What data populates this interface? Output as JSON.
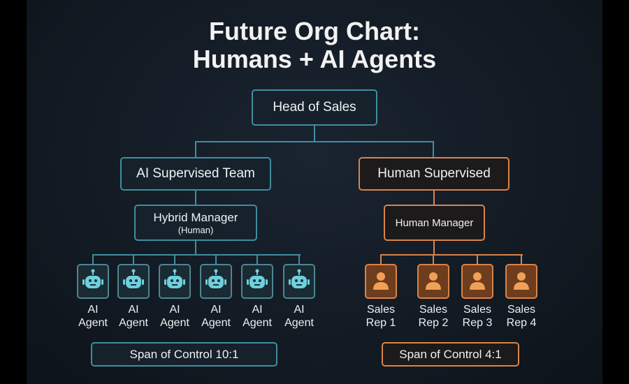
{
  "title": {
    "line1": "Future Org Chart:",
    "line2": "Humans + AI Agents"
  },
  "head": "Head of Sales",
  "left": {
    "team": "AI Supervised Team",
    "manager": "Hybrid Manager",
    "manager_sub": "(Human)",
    "agents": [
      {
        "l1": "AI",
        "l2": "Agent"
      },
      {
        "l1": "AI",
        "l2": "Agent"
      },
      {
        "l1": "AI",
        "l2": "Agent"
      },
      {
        "l1": "AI",
        "l2": "Agent"
      },
      {
        "l1": "AI",
        "l2": "Agent"
      },
      {
        "l1": "AI",
        "l2": "Agent"
      }
    ],
    "span": "Span of Control 10:1"
  },
  "right": {
    "team": "Human Supervised",
    "manager": "Human Manager",
    "reps": [
      {
        "l1": "Sales",
        "l2": "Rep 1"
      },
      {
        "l1": "Sales",
        "l2": "Rep 2"
      },
      {
        "l1": "Sales",
        "l2": "Rep 3"
      },
      {
        "l1": "Sales",
        "l2": "Rep 4"
      }
    ],
    "span": "Span of Control 4:1"
  },
  "colors": {
    "teal": "#3f8ea0",
    "orange": "#d9844a",
    "robot": "#6fd0dc",
    "person": "#f0a055"
  }
}
